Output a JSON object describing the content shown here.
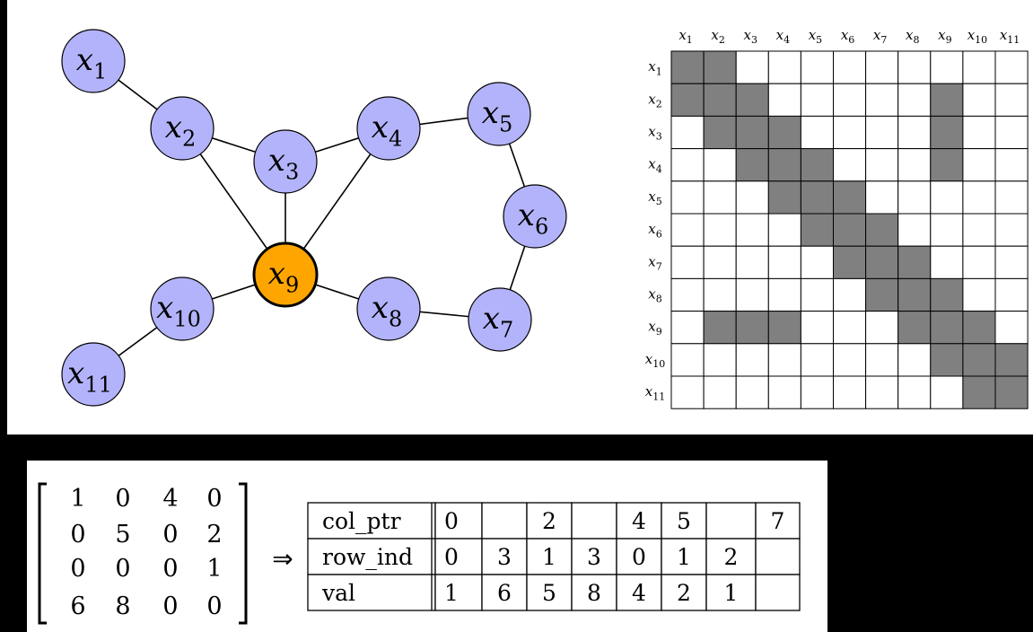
{
  "colors": {
    "node_fill": "#b3b3fb",
    "highlight_fill": "#ffa500",
    "cell_filled": "#808080",
    "cell_empty": "#ffffff",
    "line": "#000000"
  },
  "graph": {
    "nodes": [
      {
        "id": "x1",
        "base": "x",
        "sub": "1"
      },
      {
        "id": "x2",
        "base": "x",
        "sub": "2"
      },
      {
        "id": "x3",
        "base": "x",
        "sub": "3"
      },
      {
        "id": "x4",
        "base": "x",
        "sub": "4"
      },
      {
        "id": "x5",
        "base": "x",
        "sub": "5"
      },
      {
        "id": "x6",
        "base": "x",
        "sub": "6"
      },
      {
        "id": "x7",
        "base": "x",
        "sub": "7"
      },
      {
        "id": "x8",
        "base": "x",
        "sub": "8"
      },
      {
        "id": "x9",
        "base": "x",
        "sub": "9",
        "highlight": true
      },
      {
        "id": "x10",
        "base": "x",
        "sub": "10"
      },
      {
        "id": "x11",
        "base": "x",
        "sub": "11"
      }
    ],
    "edges": [
      [
        "x1",
        "x2"
      ],
      [
        "x2",
        "x3"
      ],
      [
        "x2",
        "x9"
      ],
      [
        "x3",
        "x4"
      ],
      [
        "x3",
        "x9"
      ],
      [
        "x4",
        "x9"
      ],
      [
        "x4",
        "x5"
      ],
      [
        "x5",
        "x6"
      ],
      [
        "x6",
        "x7"
      ],
      [
        "x7",
        "x8"
      ],
      [
        "x8",
        "x9"
      ],
      [
        "x9",
        "x10"
      ],
      [
        "x10",
        "x11"
      ]
    ]
  },
  "adjacency": {
    "labels": [
      "x1",
      "x2",
      "x3",
      "x4",
      "x5",
      "x6",
      "x7",
      "x8",
      "x9",
      "x10",
      "x11"
    ],
    "filled": [
      [
        1,
        1,
        0,
        0,
        0,
        0,
        0,
        0,
        0,
        0,
        0
      ],
      [
        1,
        1,
        1,
        0,
        0,
        0,
        0,
        0,
        1,
        0,
        0
      ],
      [
        0,
        1,
        1,
        1,
        0,
        0,
        0,
        0,
        1,
        0,
        0
      ],
      [
        0,
        0,
        1,
        1,
        1,
        0,
        0,
        0,
        1,
        0,
        0
      ],
      [
        0,
        0,
        0,
        1,
        1,
        1,
        0,
        0,
        0,
        0,
        0
      ],
      [
        0,
        0,
        0,
        0,
        1,
        1,
        1,
        0,
        0,
        0,
        0
      ],
      [
        0,
        0,
        0,
        0,
        0,
        1,
        1,
        1,
        0,
        0,
        0
      ],
      [
        0,
        0,
        0,
        0,
        0,
        0,
        1,
        1,
        1,
        0,
        0
      ],
      [
        0,
        1,
        1,
        1,
        0,
        0,
        0,
        1,
        1,
        1,
        0
      ],
      [
        0,
        0,
        0,
        0,
        0,
        0,
        0,
        0,
        1,
        1,
        1
      ],
      [
        0,
        0,
        0,
        0,
        0,
        0,
        0,
        0,
        0,
        1,
        1
      ]
    ]
  },
  "matrix": {
    "rows": [
      [
        "1",
        "0",
        "4",
        "0"
      ],
      [
        "0",
        "5",
        "0",
        "2"
      ],
      [
        "0",
        "0",
        "0",
        "1"
      ],
      [
        "6",
        "8",
        "0",
        "0"
      ]
    ]
  },
  "arrow": "⇒",
  "csc": {
    "rows": [
      {
        "label": "col_ptr",
        "cells": [
          "0",
          "",
          "2",
          "",
          "4",
          "5",
          "",
          "7"
        ]
      },
      {
        "label": "row_ind",
        "cells": [
          "0",
          "3",
          "1",
          "3",
          "0",
          "1",
          "2",
          ""
        ]
      },
      {
        "label": "val",
        "cells": [
          "1",
          "6",
          "5",
          "8",
          "4",
          "2",
          "1",
          ""
        ]
      }
    ]
  }
}
